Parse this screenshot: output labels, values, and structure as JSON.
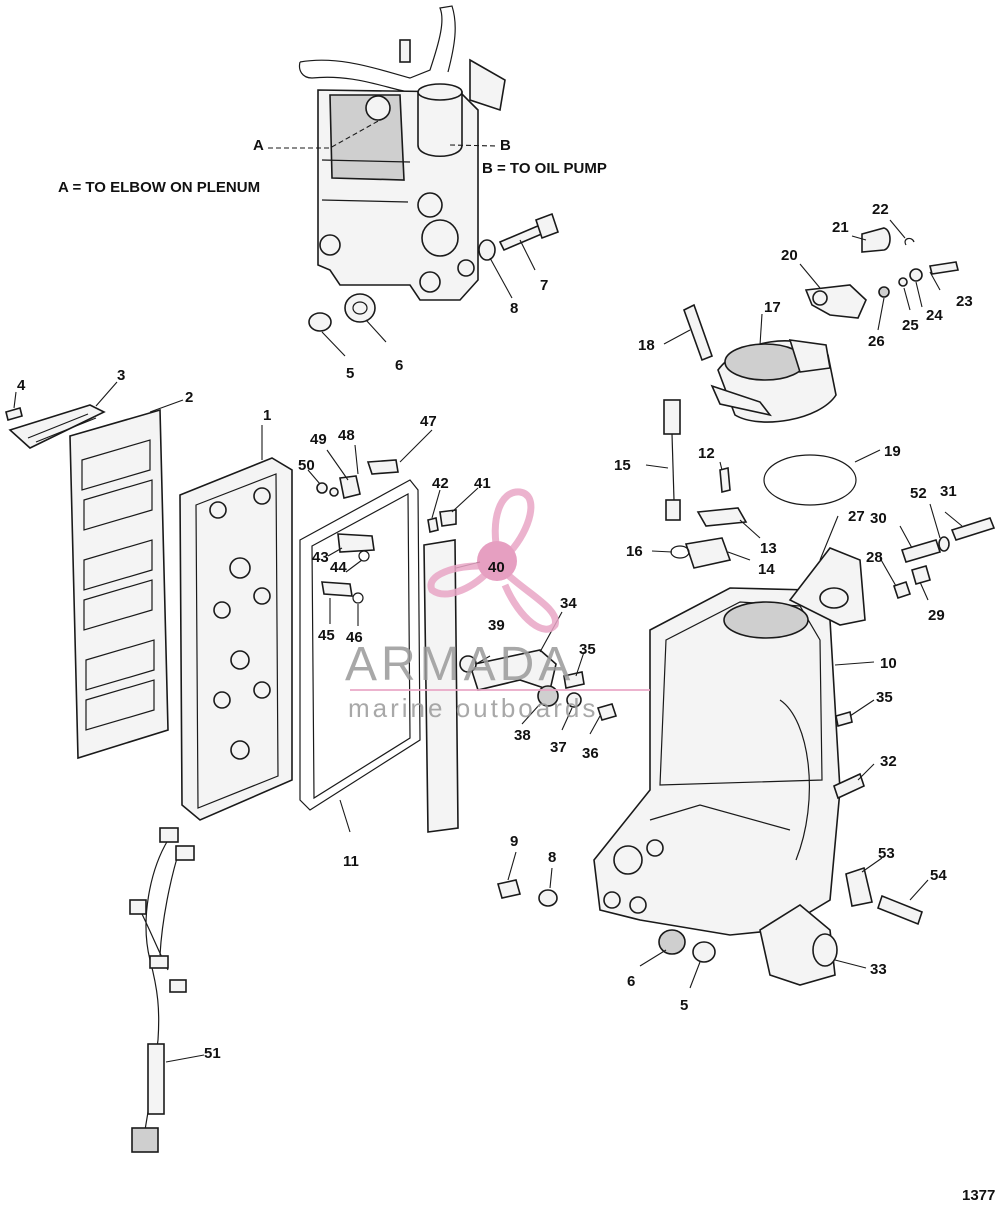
{
  "notes": {
    "a_label": "A",
    "b_label": "B",
    "a_note": "A = TO ELBOW ON PLENUM",
    "b_note": "B = TO OIL PUMP"
  },
  "watermark": {
    "brand": "ARMADA",
    "tagline": "marine outboards",
    "color": "#e9a6c6"
  },
  "page_number": "1377",
  "callouts": {
    "c1": "1",
    "c2": "2",
    "c3": "3",
    "c4": "4",
    "c5a": "5",
    "c5b": "5",
    "c6a": "6",
    "c6b": "6",
    "c7": "7",
    "c8a": "8",
    "c8b": "8",
    "c9": "9",
    "c10": "10",
    "c11": "11",
    "c12": "12",
    "c13": "13",
    "c14": "14",
    "c15": "15",
    "c16": "16",
    "c17": "17",
    "c18": "18",
    "c19": "19",
    "c20": "20",
    "c21": "21",
    "c22": "22",
    "c23": "23",
    "c24": "24",
    "c25": "25",
    "c26": "26",
    "c27": "27",
    "c28": "28",
    "c29": "29",
    "c30": "30",
    "c31": "31",
    "c32": "32",
    "c33": "33",
    "c34": "34",
    "c35a": "35",
    "c35b": "35",
    "c36": "36",
    "c37": "37",
    "c38": "38",
    "c39": "39",
    "c40": "40",
    "c41": "41",
    "c42": "42",
    "c43": "43",
    "c44": "44",
    "c45": "45",
    "c46": "46",
    "c47": "47",
    "c48": "48",
    "c49": "49",
    "c50": "50",
    "c51": "51",
    "c52": "52",
    "c53": "53",
    "c54": "54"
  }
}
